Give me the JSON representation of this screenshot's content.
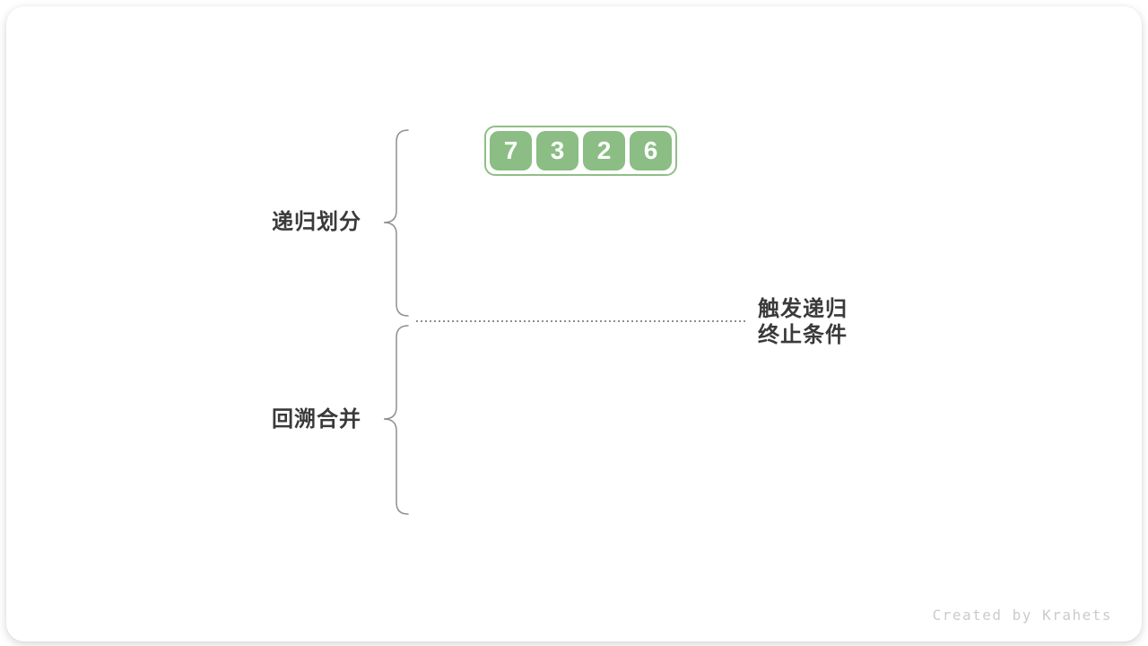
{
  "diagram": {
    "array": {
      "values": [
        "7",
        "3",
        "2",
        "6"
      ]
    },
    "braces": [
      {
        "label": "递归划分"
      },
      {
        "label": "回溯合并"
      }
    ],
    "divider": {
      "label_line1": "触发递归",
      "label_line2": "终止条件"
    },
    "watermark": "Created by Krahets",
    "colors": {
      "box_green": "#8bbd84",
      "box_border_green": "#8fbe87",
      "text_dark": "#3a3a3a",
      "line_gray": "#8f8f8f",
      "watermark_gray": "#cbcbcb"
    }
  }
}
